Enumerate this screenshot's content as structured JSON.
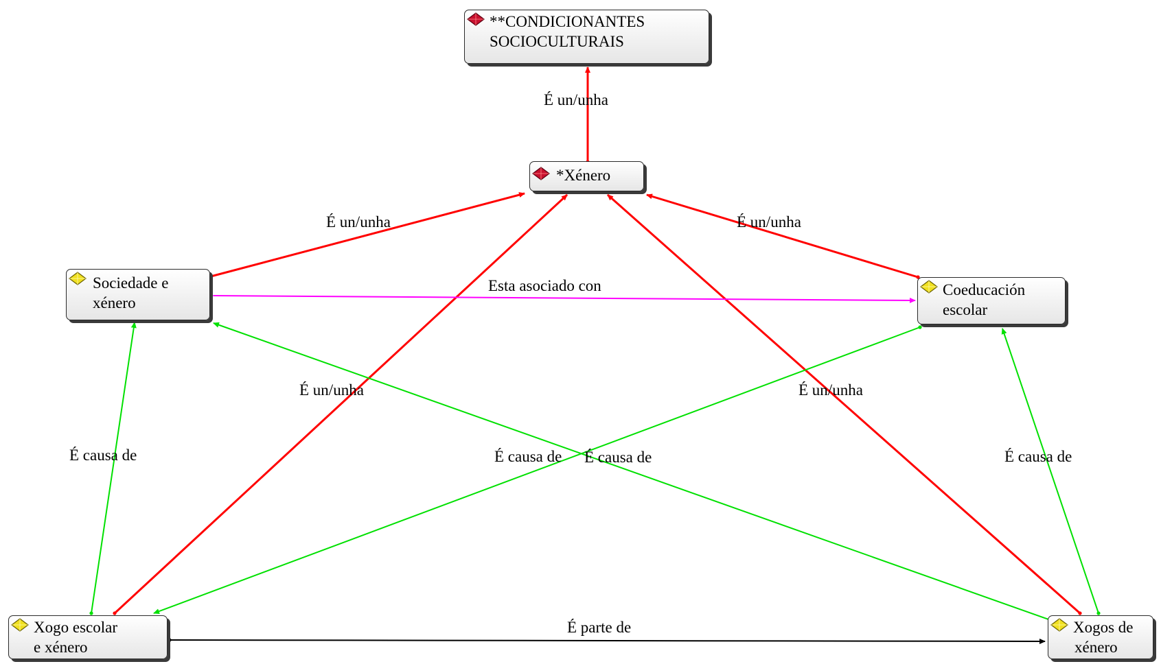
{
  "nodes": {
    "condicionantes": {
      "line1": "**CONDICIONANTES",
      "line2": "SOCIOCULTURAIS",
      "icon": "red-gem-icon"
    },
    "xenero": {
      "line1": "*Xénero",
      "icon": "red-gem-icon"
    },
    "sociedade": {
      "line1": "Sociedade e",
      "line2": "xénero",
      "icon": "yellow-gem-icon"
    },
    "coeducacion": {
      "line1": "Coeducación",
      "line2": "escolar",
      "icon": "yellow-gem-icon"
    },
    "xogo_escolar": {
      "line1": "Xogo escolar",
      "line2": "e xénero",
      "icon": "yellow-gem-icon"
    },
    "xogos_xenero": {
      "line1": "Xogos de",
      "line2": "xénero",
      "icon": "yellow-gem-icon"
    }
  },
  "edge_labels": {
    "xenero_to_condicionantes": "É un/unha",
    "sociedade_to_xenero": "É un/unha",
    "coeducacion_to_xenero": "É un/unha",
    "xogo_escolar_to_xenero": "É un/unha",
    "xogos_xenero_to_xenero": "É un/unha",
    "sociedade_coeducacion": "Esta asociado con",
    "xogo_escolar_to_sociedade": "É causa de",
    "xogos_xenero_to_coeducacion": "É causa de",
    "xogo_escolar_to_coeducacion": "É causa de",
    "xogos_xenero_to_sociedade": "É causa de",
    "xogo_escolar_xogos_xenero": "É parte de"
  },
  "colors": {
    "is_a": "#ff0000",
    "associated": "#ff00ff",
    "cause": "#00e000",
    "part_of": "#000000"
  }
}
